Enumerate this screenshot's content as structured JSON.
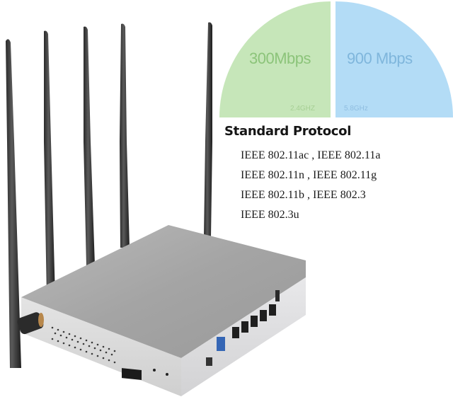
{
  "speeds": [
    {
      "value": "300Mbps",
      "band": "2.4GHZ",
      "color": "#c6e6b9"
    },
    {
      "value": "900 Mbps",
      "band": "5.8GHz",
      "color": "#b3dcf6"
    }
  ],
  "protocol": {
    "title": "Standard Protocol",
    "lines": [
      "IEEE 802.11ac , IEEE 802.11a",
      "IEEE 802.11n , IEEE 802.11g",
      "IEEE 802.11b , IEEE 802.3",
      "IEEE 802.3u"
    ]
  },
  "product": {
    "antenna_count": 5,
    "lan_ports": 5
  }
}
